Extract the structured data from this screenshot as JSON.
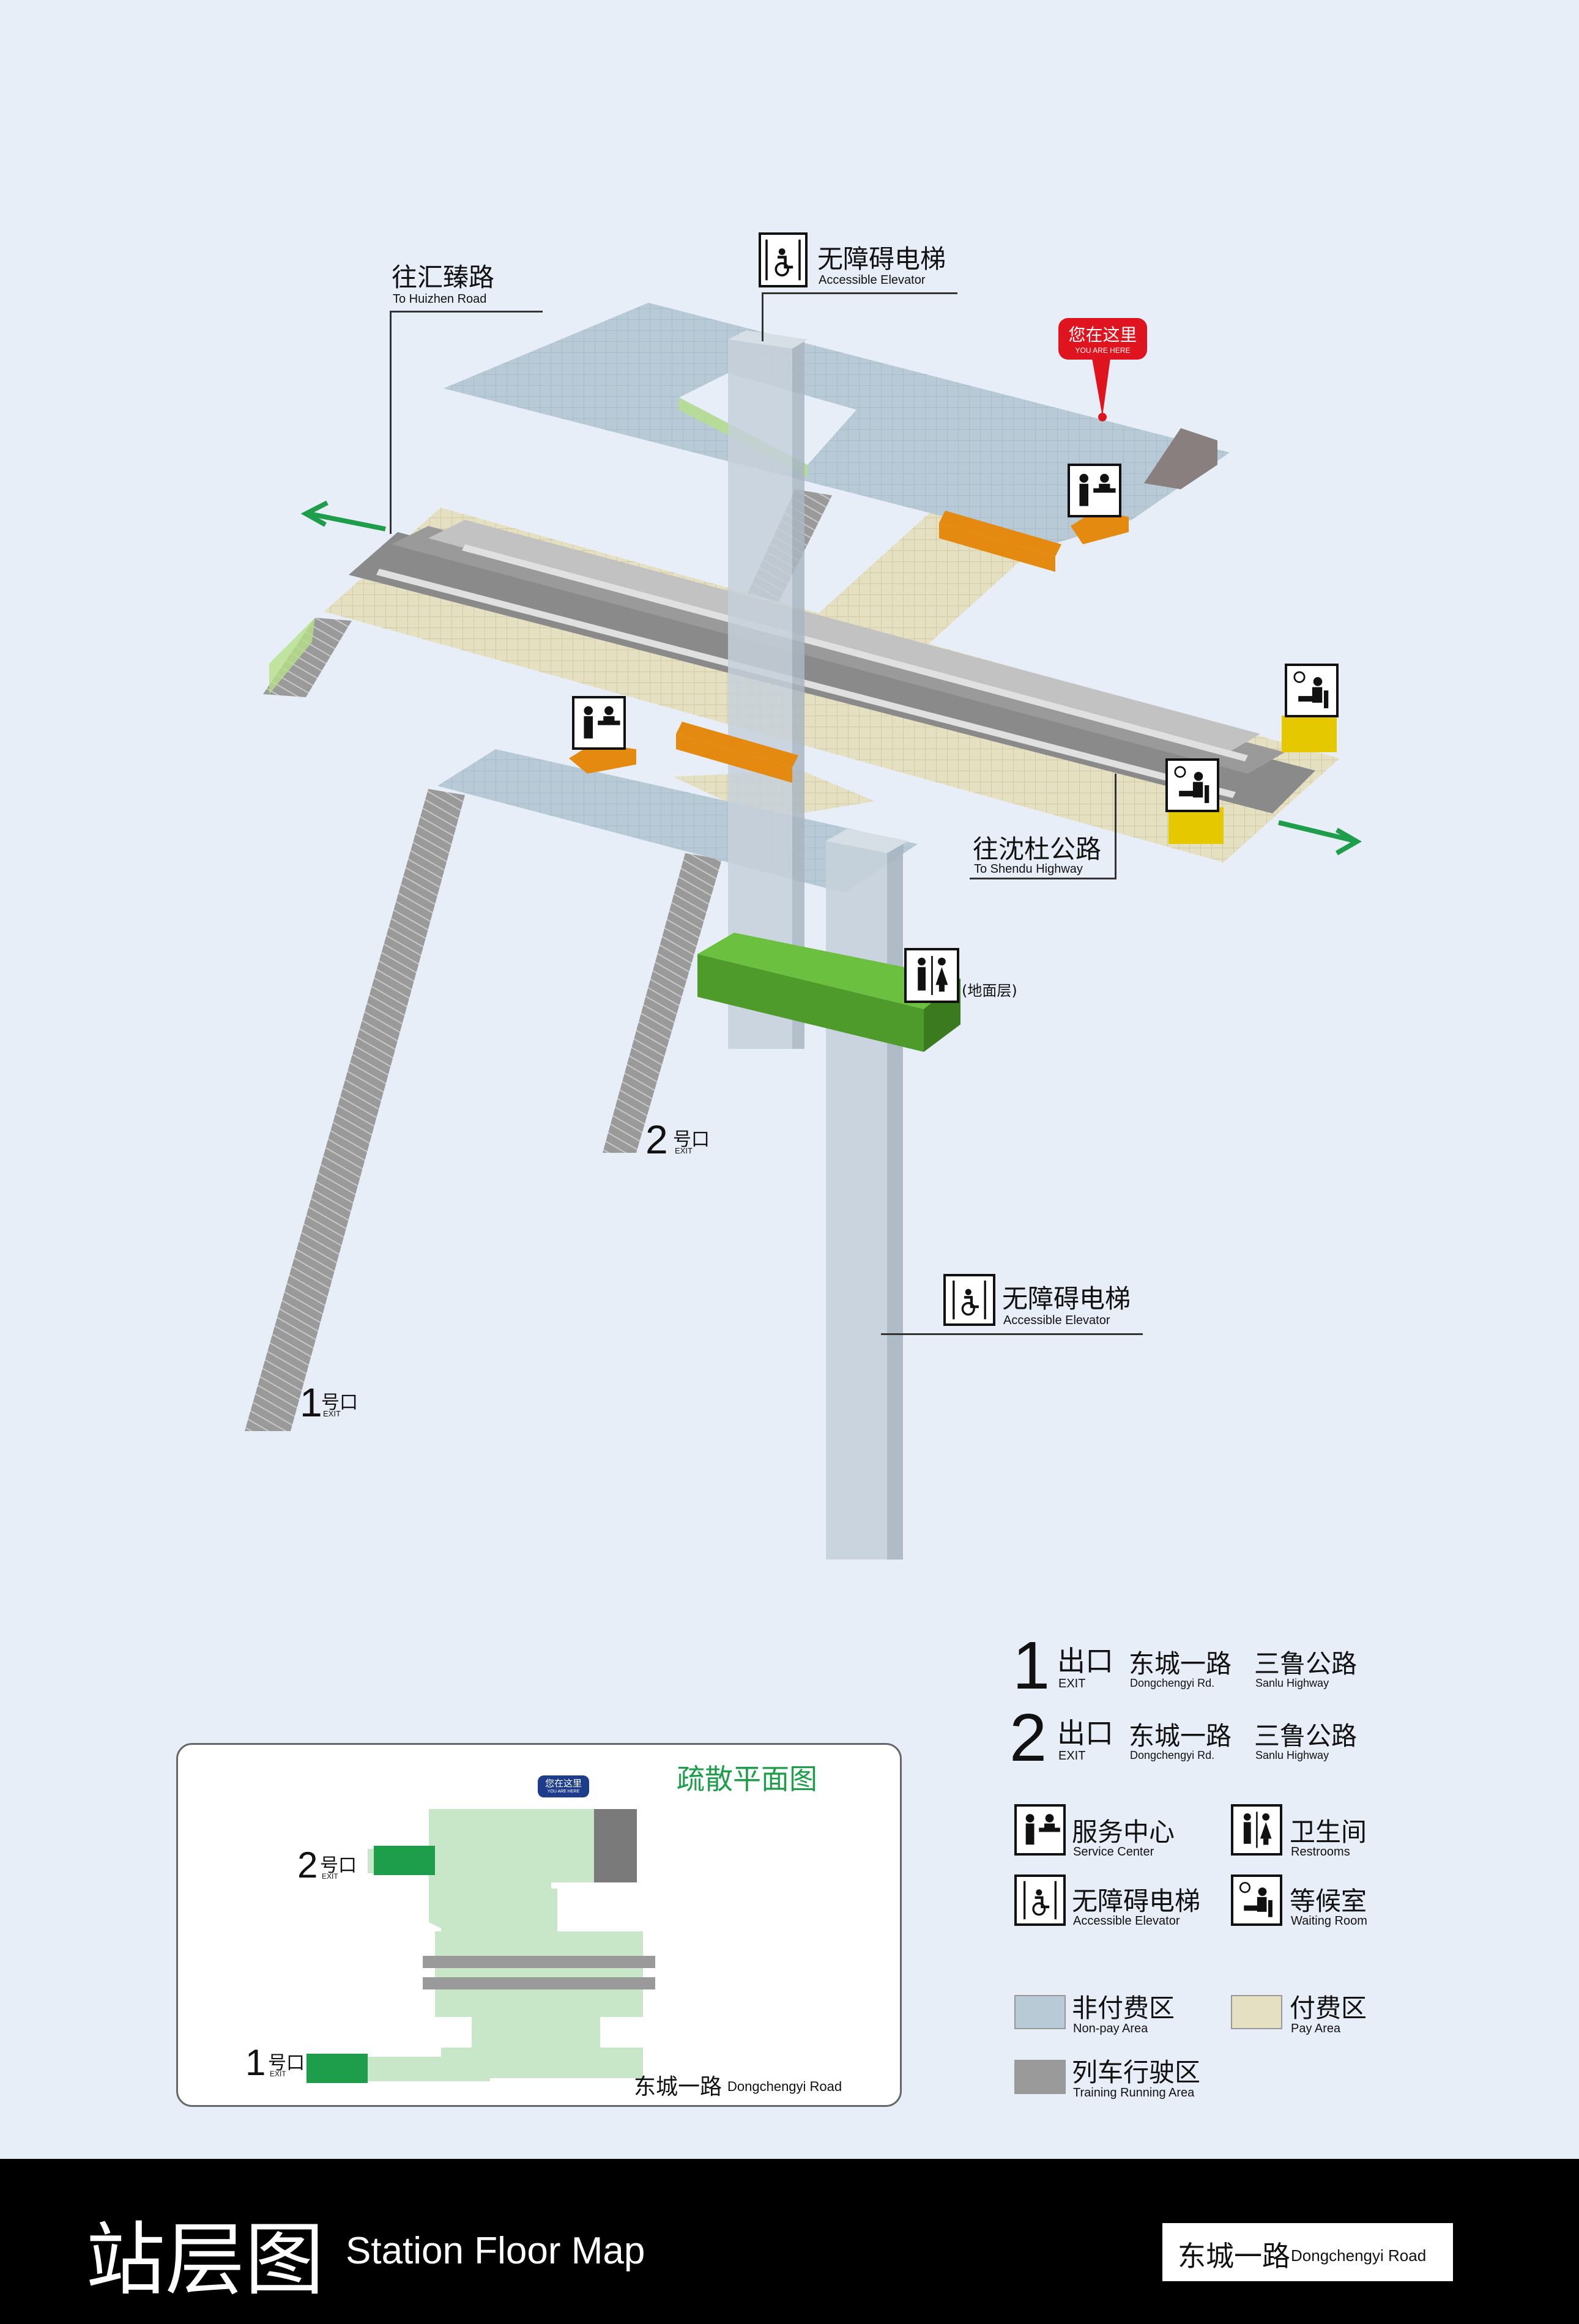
{
  "colors": {
    "background": "#e8eef8",
    "non_pay": "#b8cad6",
    "pay": "#e6e0c2",
    "track": "#9a9a9a",
    "gate": "#e58a10",
    "accent_green": "#1e9e4a",
    "pin_red": "#e0141e",
    "restroom_green": "#5eb33a",
    "waiting_yellow": "#e6c800"
  },
  "labels": {
    "to_huizhen_cn": "往汇臻路",
    "to_huizhen_en": "To Huizhen Road",
    "to_shendu_cn": "往沈杜公路",
    "to_shendu_en": "To Shendu Highway",
    "elevator_cn": "无障碍电梯",
    "elevator_en": "Accessible Elevator",
    "you_are_here_cn": "您在这里",
    "you_are_here_en": "YOU ARE HERE",
    "ground_level": "(地面层)",
    "exit2_num": "2",
    "exit2_cn": "号口",
    "exit2_en": "EXIT",
    "exit1_num": "1",
    "exit1_cn": "号口",
    "exit1_en": "EXIT"
  },
  "exits": [
    {
      "num": "1",
      "cn": "出口",
      "en": "EXIT",
      "roads": [
        {
          "cn": "东城一路",
          "en": "Dongchengyi Rd."
        },
        {
          "cn": "三鲁公路",
          "en": "Sanlu Highway"
        }
      ]
    },
    {
      "num": "2",
      "cn": "出口",
      "en": "EXIT",
      "roads": [
        {
          "cn": "东城一路",
          "en": "Dongchengyi Rd."
        },
        {
          "cn": "三鲁公路",
          "en": "Sanlu Highway"
        }
      ]
    }
  ],
  "facilities": [
    {
      "icon": "service-center-icon",
      "cn": "服务中心",
      "en": "Service Center"
    },
    {
      "icon": "restroom-icon",
      "cn": "卫生间",
      "en": "Restrooms"
    },
    {
      "icon": "accessible-elevator-icon",
      "cn": "无障碍电梯",
      "en": "Accessible Elevator"
    },
    {
      "icon": "waiting-room-icon",
      "cn": "等候室",
      "en": "Waiting Room"
    }
  ],
  "areas": [
    {
      "cn": "非付费区",
      "en": "Non-pay Area",
      "color": "#b8cad6"
    },
    {
      "cn": "付费区",
      "en": "Pay Area",
      "color": "#e6e0c2"
    },
    {
      "cn": "列车行驶区",
      "en": "Training Running Area",
      "color": "#9a9a9a"
    }
  ],
  "inset": {
    "title": "疏散平面图",
    "you_are_here_cn": "您在这里",
    "you_are_here_en": "YOU ARE HERE",
    "exit2_num": "2",
    "exit2_cn": "号口",
    "exit2_en": "EXIT",
    "exit1_num": "1",
    "exit1_cn": "号口",
    "exit1_en": "EXIT",
    "road_cn": "东城一路",
    "road_en": "Dongchengyi Road"
  },
  "footer": {
    "title_cn": "站层图",
    "title_en": "Station Floor Map",
    "station_cn": "东城一路",
    "station_en": "Dongchengyi Road"
  }
}
